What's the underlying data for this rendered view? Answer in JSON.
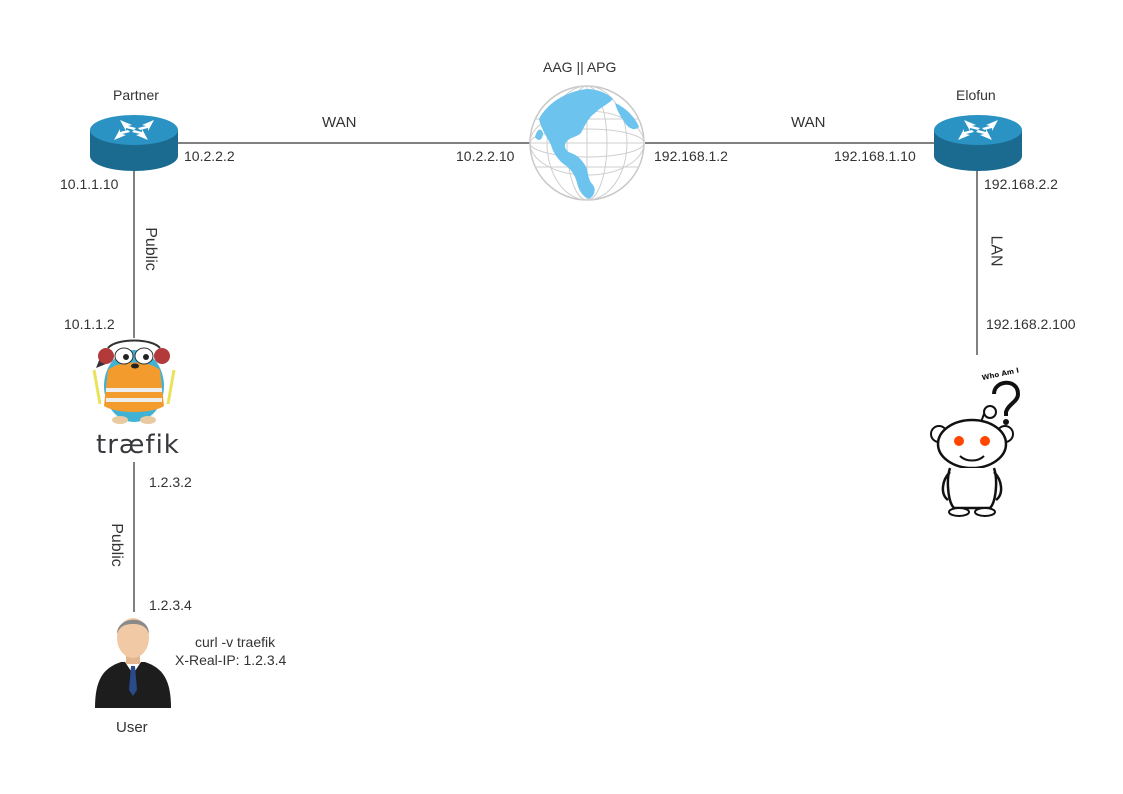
{
  "nodes": {
    "partner": {
      "label": "Partner",
      "icon": "router-icon"
    },
    "globe": {
      "label": "AAG || APG",
      "icon": "globe-icon"
    },
    "elofun": {
      "label": "Elofun",
      "icon": "router-icon"
    },
    "traefik": {
      "label": "træfik",
      "icon": "traefik-gopher-icon"
    },
    "whoami": {
      "label": "Who Am I",
      "icon": "whoami-robot-icon"
    },
    "user": {
      "label": "User",
      "icon": "user-icon"
    }
  },
  "links": {
    "partner_globe": {
      "label": "WAN",
      "ip_a": "10.2.2.2",
      "ip_b": "10.2.2.10"
    },
    "globe_elofun": {
      "label": "WAN",
      "ip_a": "192.168.1.2",
      "ip_b": "192.168.1.10"
    },
    "partner_traefik": {
      "label": "Public",
      "ip_a": "10.1.1.10",
      "ip_b": "10.1.1.2"
    },
    "elofun_whoami": {
      "label": "LAN",
      "ip_a": "192.168.2.2",
      "ip_b": "192.168.2.100"
    },
    "traefik_user": {
      "label": "Public",
      "ip_a": "1.2.3.2",
      "ip_b": "1.2.3.4"
    }
  },
  "user_note": {
    "line1": "curl -v traefik",
    "line2": "X-Real-IP: 1.2.3.4"
  },
  "colors": {
    "router_body": "#1f6f96",
    "router_top": "#2a93c4",
    "globe_land": "#6cc3ee",
    "line": "#000000"
  }
}
